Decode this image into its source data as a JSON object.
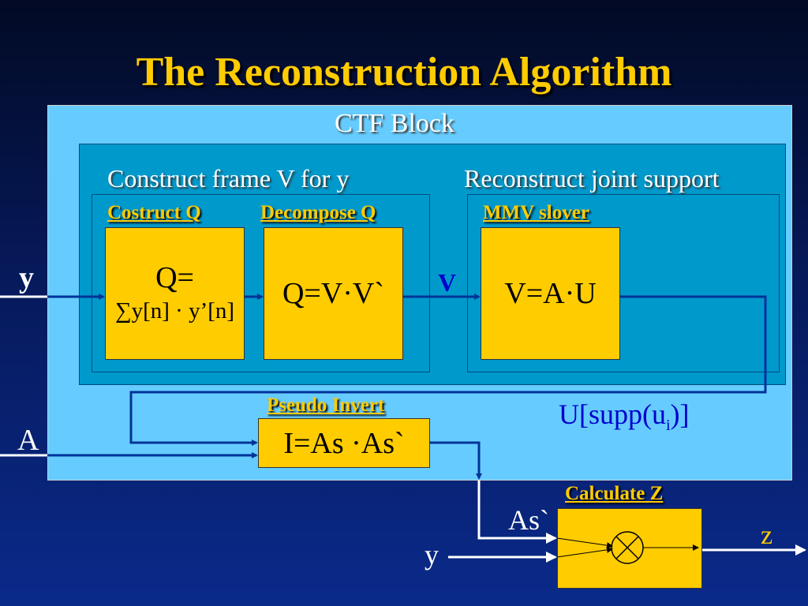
{
  "title": "The Reconstruction Algorithm",
  "ctf_block": {
    "label": "CTF Block",
    "frame_heading": "Construct frame V for y",
    "support_heading": "Reconstruct joint support",
    "costruct_q": {
      "label": "Costruct Q",
      "formula_line1": "Q=",
      "formula_line2": "∑y[n] · y’[n]"
    },
    "decompose_q": {
      "label": "Decompose Q",
      "formula": "Q=V·V`"
    },
    "mmv": {
      "label": "MMV slover",
      "formula": "V=A·U"
    },
    "pseudo_invert": {
      "label": "Pseudo Invert",
      "formula": "I=As ·As`"
    },
    "signal_v": "V",
    "support_output_prefix": "U[supp(u",
    "support_output_sub": "i",
    "support_output_suffix": ")]"
  },
  "calculate_z": {
    "label": "Calculate Z",
    "input_as": "As`",
    "input_y": "y",
    "output": "z"
  },
  "inputs": {
    "y": "y",
    "A": "A"
  }
}
